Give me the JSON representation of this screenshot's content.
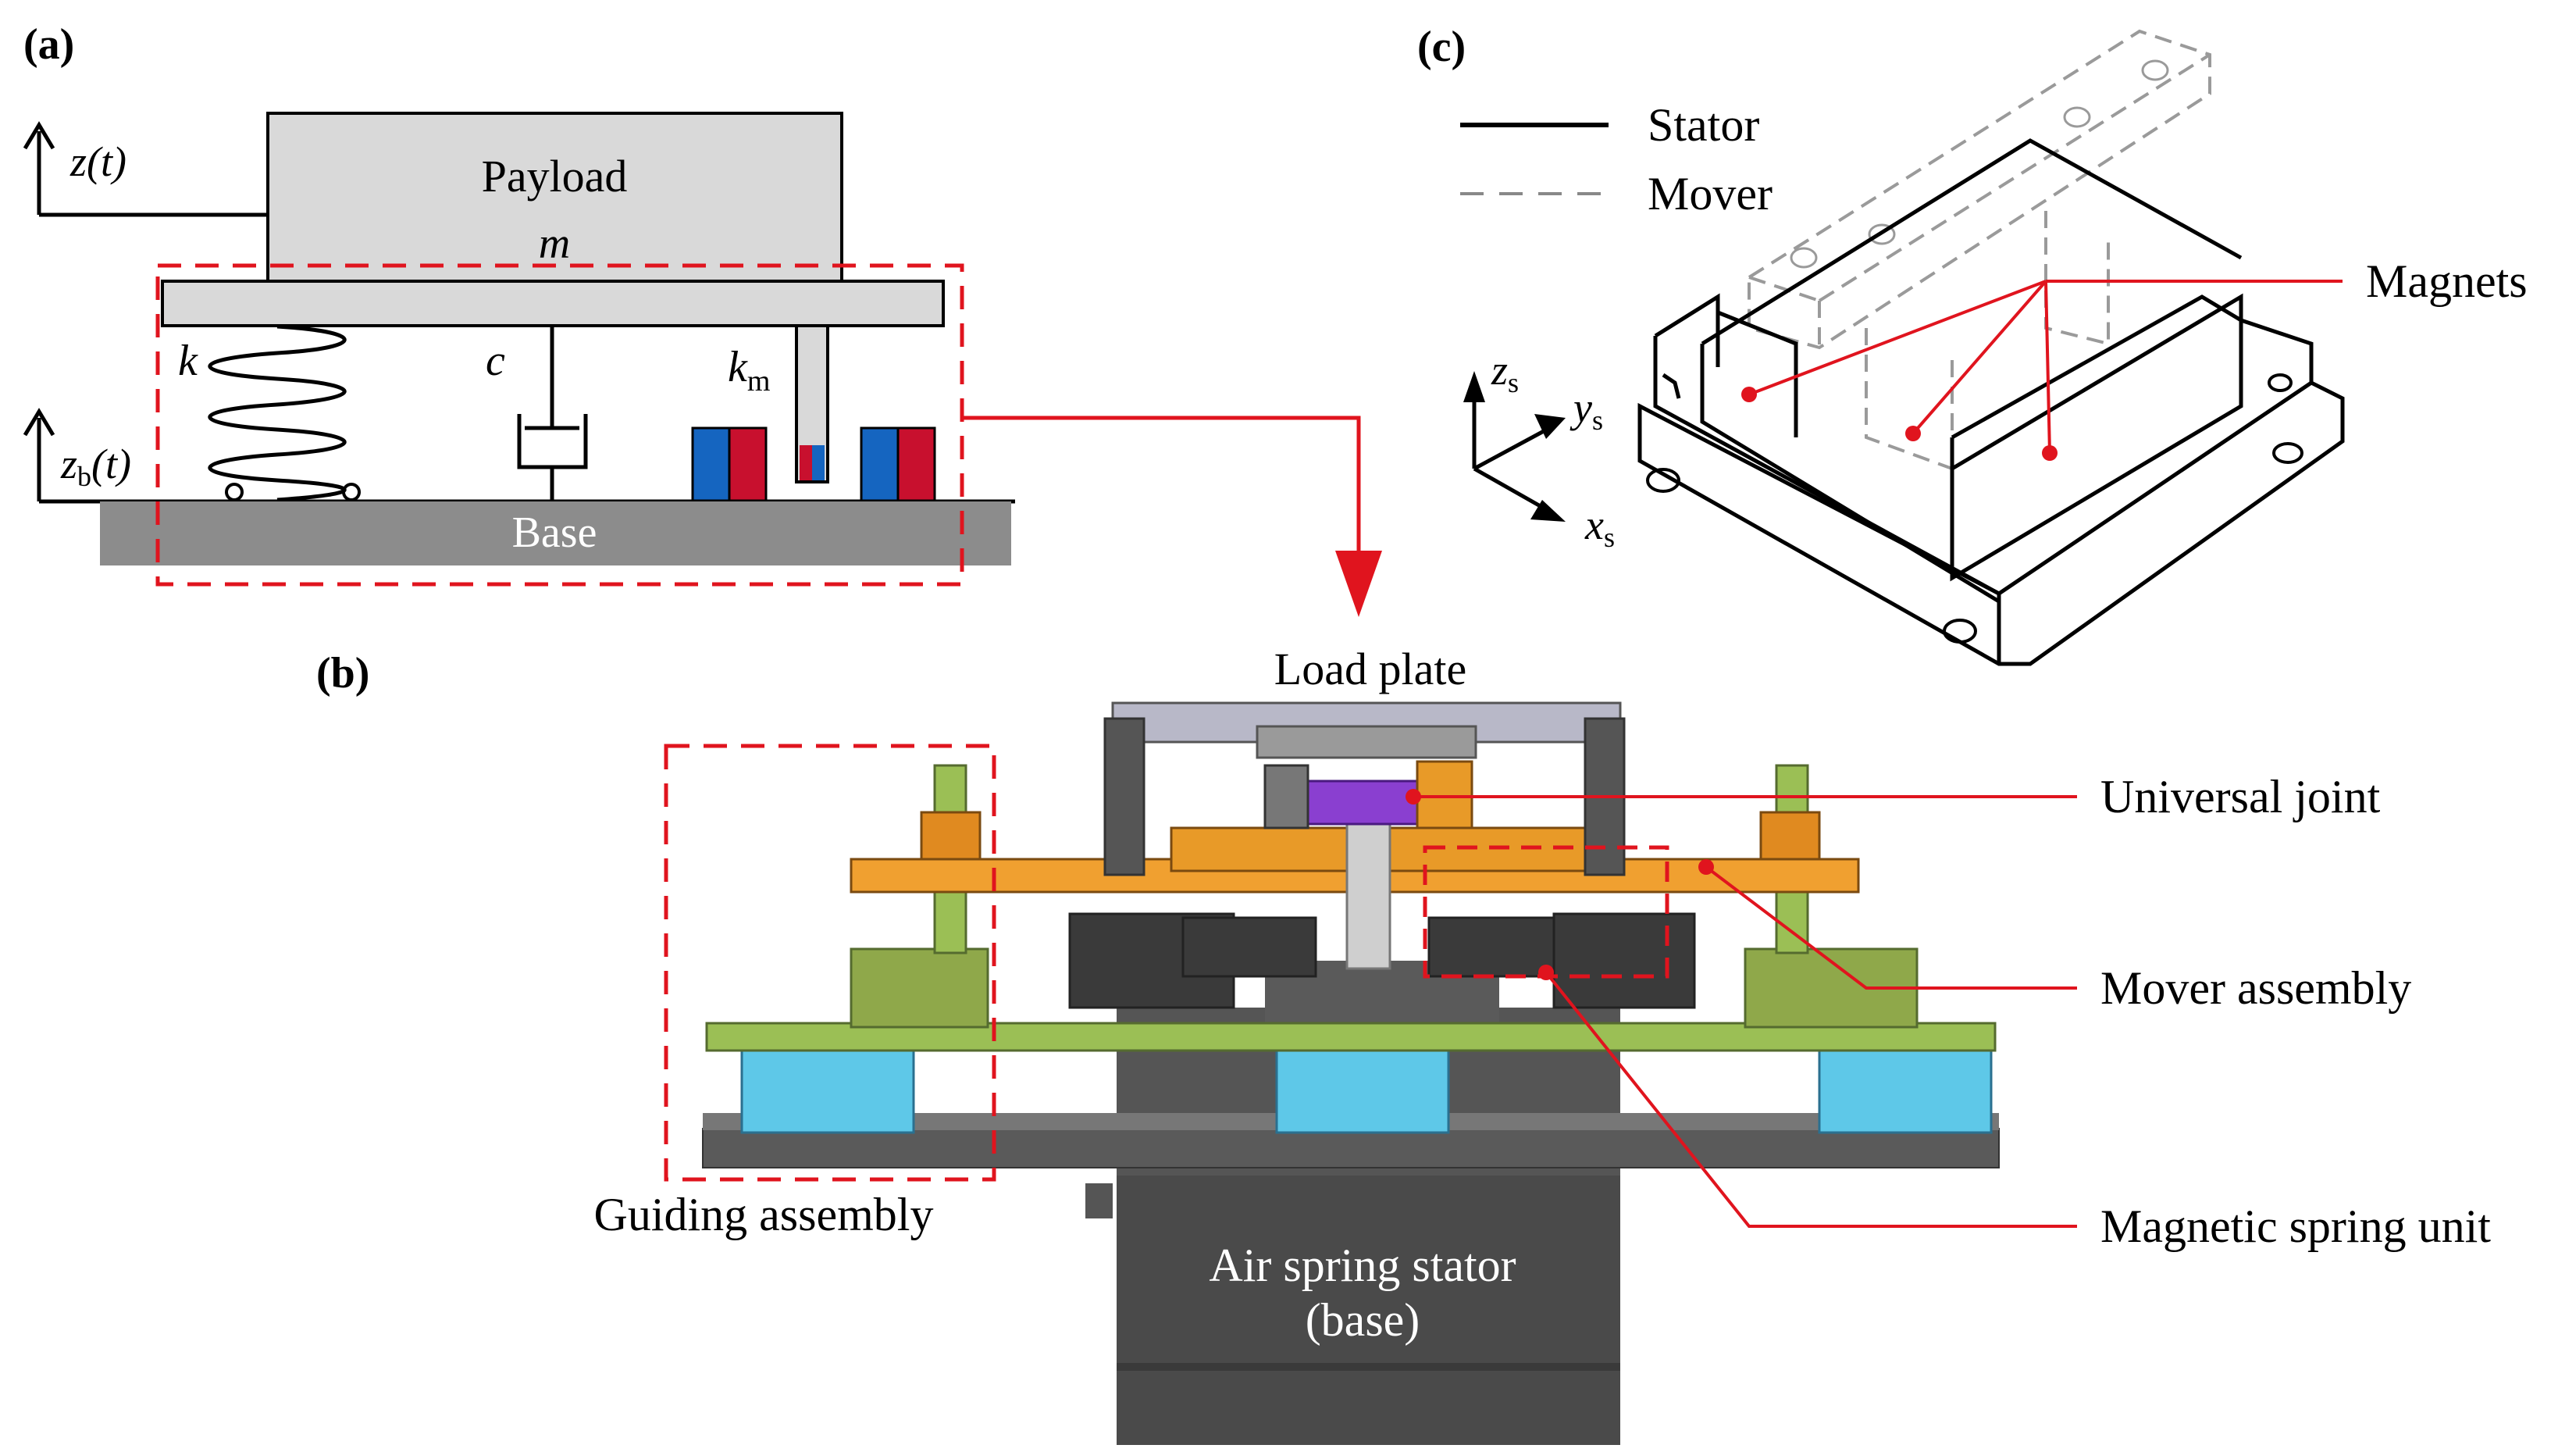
{
  "panel_a": {
    "label": "(a)",
    "z_t": "z(t)",
    "zb_t": "zb(t)",
    "payload": "Payload",
    "mass": "m",
    "k": "k",
    "c": "c",
    "km_main": "k",
    "km_sub": "m",
    "base": "Base"
  },
  "panel_b": {
    "label": "(b)",
    "load_plate": "Load plate",
    "universal_joint": "Universal joint",
    "mover_assembly": "Mover assembly",
    "magnetic_spring_unit": "Magnetic spring unit",
    "guiding_assembly": "Guiding assembly",
    "stator_line1": "Air spring stator",
    "stator_line2": "(base)"
  },
  "panel_c": {
    "label": "(c)",
    "legend_stator": "Stator",
    "legend_mover": "Mover",
    "magnets": "Magnets",
    "zs": "z",
    "ys": "y",
    "xs": "x",
    "sub_s": "s"
  },
  "colors": {
    "callout_red": "#e0141e",
    "payload_gray": "#d9d9d9",
    "base_gray": "#8c8c8c",
    "magnet_blue": "#1565c0",
    "magnet_red": "#c8102e",
    "orange_part": "#f0a030",
    "olive_part": "#8fa84a",
    "cyan_part": "#5ec8e8",
    "purple_part": "#8a3fd0",
    "dark_body": "#4a4a4a"
  }
}
